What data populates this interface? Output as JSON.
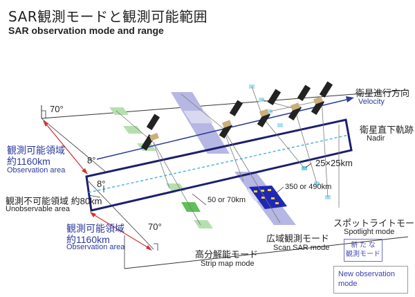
{
  "title_ja": "SAR観測モードと観測可能範囲",
  "title_en": "SAR observation mode and range",
  "velocity_ja": "衛星進行方向",
  "velocity_en": "Velocity",
  "nadir_ja": "衛星直下軌跡",
  "nadir_en": "Nadir",
  "angle_top": "70°",
  "angle_bottom": "70°",
  "angle_8_top": "8°",
  "angle_8_bottom": "8°",
  "obs_area_top_ja": "観測可能領域",
  "obs_area_top_km": "約1160km",
  "obs_area_top_en": "Observation area",
  "unobs_ja": "観測不可能領域 約80km",
  "unobs_en": "Unobservable area",
  "obs_area_bottom_ja": "観測可能領域",
  "obs_area_bottom_km": "約1160km",
  "obs_area_bottom_en": "Observation area",
  "size_25": "25×25km",
  "size_50": "50 or 70km",
  "size_350": "350 or 490km",
  "strip_ja": "高分解能モード",
  "strip_en": "Strip map mode",
  "scan_ja": "広域観測モード",
  "scan_en": "Scan SAR mode",
  "spot_ja": "スポットライトモード",
  "spot_en": "Spotlight mode",
  "new_mode_ja_1": "新 た な",
  "new_mode_ja_2": "観測モード",
  "new_mode_en": "New observation mode",
  "colors": {
    "navy": "#1c1f6e",
    "lavender": "#b7b7e3",
    "green": "#b6dfb0",
    "cyan": "#7ad0ea",
    "red": "#d23333",
    "blue_text": "#2b3a9c"
  }
}
